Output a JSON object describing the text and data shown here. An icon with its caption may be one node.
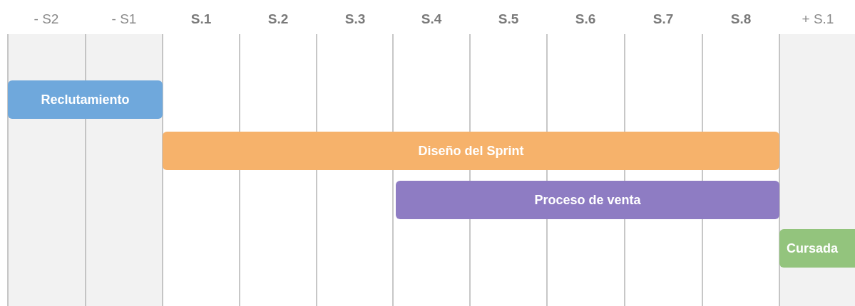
{
  "diagram": {
    "nodes": [
      {
        "text": [
          "Reclutamiento"
        ]
      },
      {
        "text": [
          "Diseño del Sprint"
        ]
      },
      {
        "text": [
          "Proceso de venta"
        ]
      },
      {
        "text": [
          "Cursada"
        ]
      }
    ],
    "labels": [
      "- S2",
      "- S1",
      "S.1",
      "S.2",
      "S.3",
      "S.4",
      "S.5",
      "S.6",
      "S.7",
      "S.8",
      "+ S.1"
    ]
  }
}
